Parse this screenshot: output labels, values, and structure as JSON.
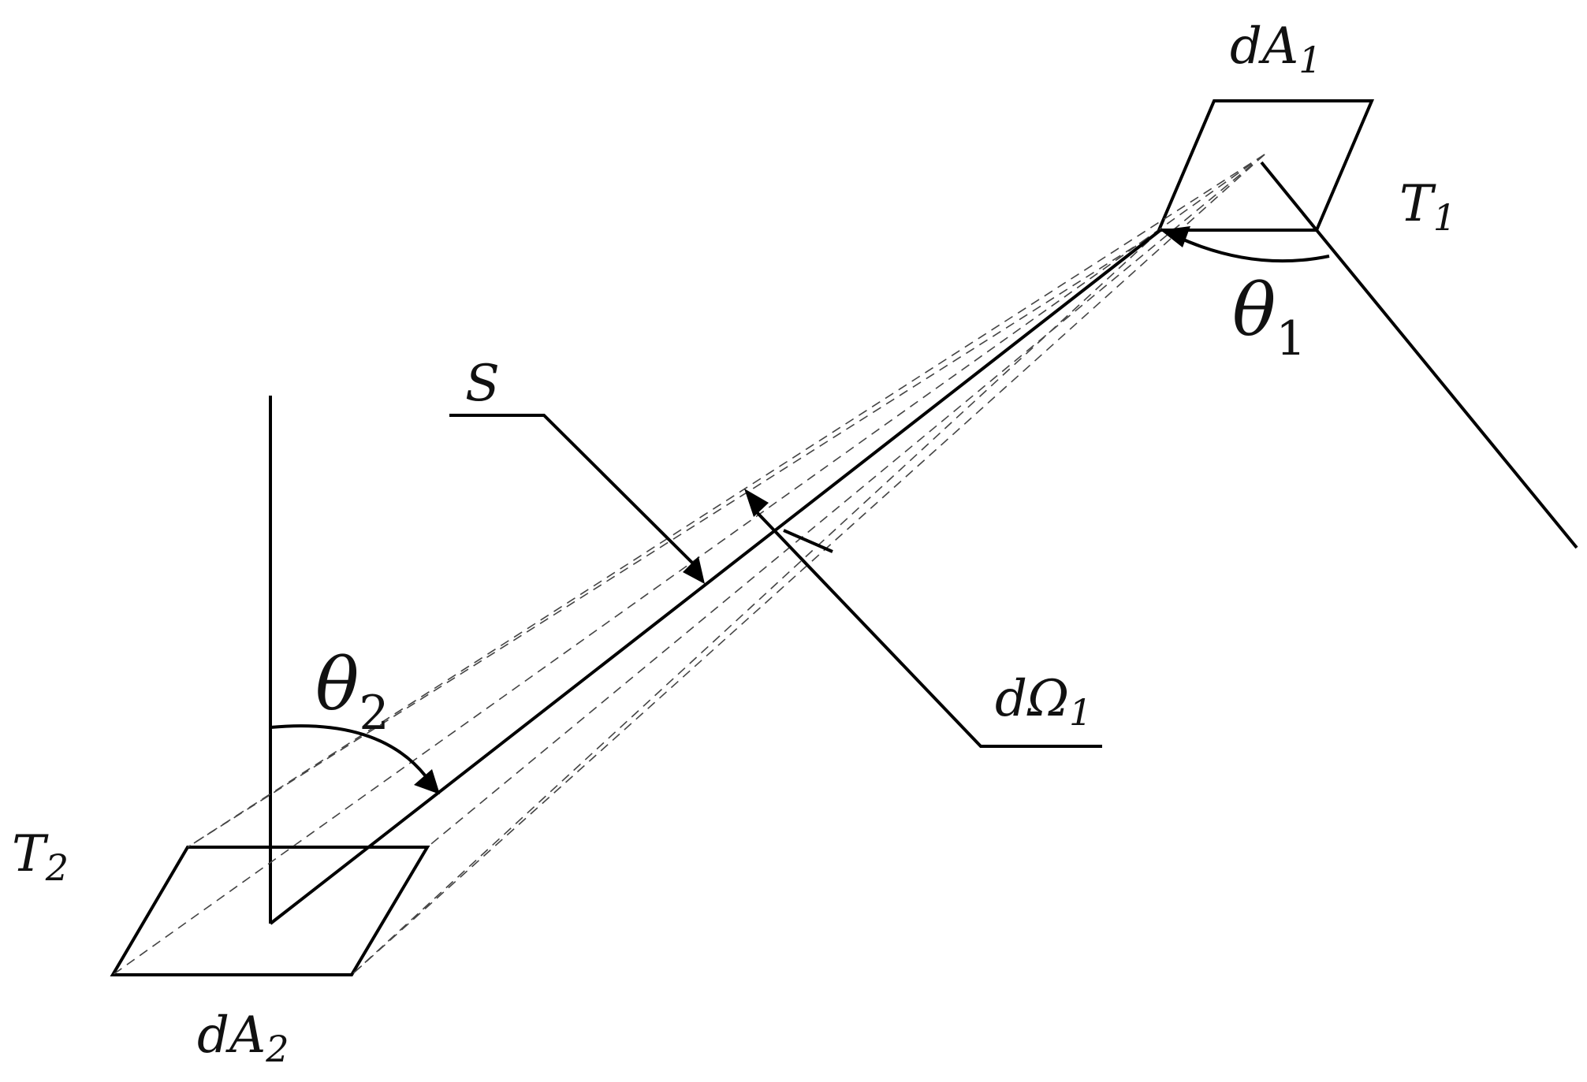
{
  "labels": {
    "dA1": {
      "main": "dA",
      "sub": "1"
    },
    "T1": {
      "main": "T",
      "sub": "1"
    },
    "theta1": {
      "main": "θ",
      "sub": "1"
    },
    "S": {
      "main": "S"
    },
    "theta2": {
      "main": "θ",
      "sub": "2"
    },
    "dOmega1": {
      "main": "dΩ",
      "sub": "1"
    },
    "T2": {
      "main": "T",
      "sub": "2"
    },
    "dA2": {
      "main": "dA",
      "sub": "2"
    }
  }
}
